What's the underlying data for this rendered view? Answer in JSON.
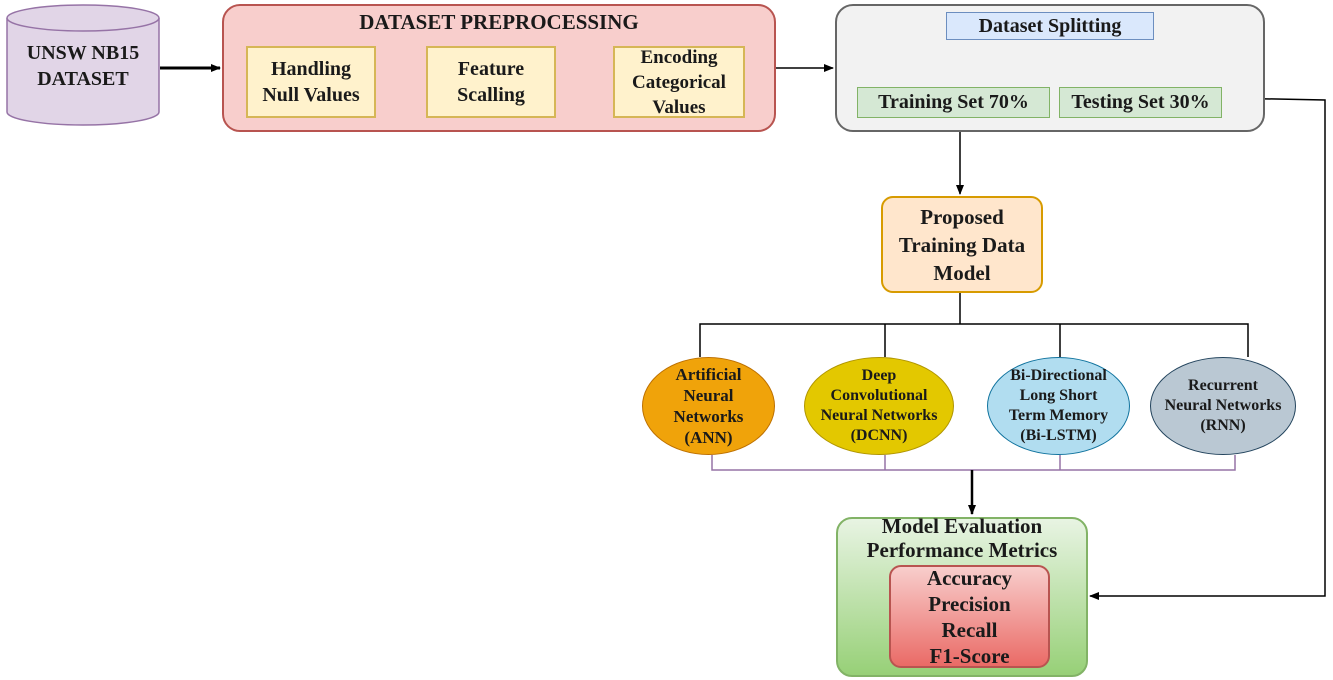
{
  "dataset": {
    "line1": "UNSW NB15",
    "line2": "DATASET"
  },
  "preprocessing": {
    "title": "DATASET PREPROCESSING",
    "null_values": [
      "Handling",
      "Null Values"
    ],
    "feature_scaling": [
      "Feature",
      "Scalling"
    ],
    "encoding": [
      "Encoding",
      "Categorical",
      "Values"
    ]
  },
  "splitting": {
    "title": "Dataset Splitting",
    "training": "Training Set 70%",
    "testing": "Testing Set 30%"
  },
  "proposed_model": [
    "Proposed",
    "Training Data",
    "Model"
  ],
  "models": {
    "ann": [
      "Artificial",
      "Neural",
      "Networks",
      "(ANN)"
    ],
    "dcnn": [
      "Deep",
      "Convolutional",
      "Neural Networks",
      "(DCNN)"
    ],
    "bilstm": [
      "Bi-Directional",
      "Long Short",
      "Term Memory",
      "(Bi-LSTM)"
    ],
    "rnn": [
      "Recurrent",
      "Neural Networks",
      "(RNN)"
    ]
  },
  "evaluation": {
    "title": [
      "Model Evaluation",
      "Performance Metrics"
    ],
    "metrics": [
      "Accuracy",
      "Precision",
      "Recall",
      "F1-Score"
    ]
  },
  "colors": {
    "dataset_fill": "#e1d5e7",
    "preprocessing_fill": "#f8cecc",
    "step_fill": "#fff2cc",
    "split_fill": "#f2f2f2",
    "split_title_fill": "#dae8fc",
    "set_fill": "#d5e8d4",
    "proposed_fill": "#ffe6cc",
    "ann_fill": "#f0a30a",
    "dcnn_fill": "#e3c800",
    "bilstm_fill": "#b1ddf0",
    "rnn_fill": "#bac8d3",
    "metrics_fill": "#ea6b66"
  }
}
